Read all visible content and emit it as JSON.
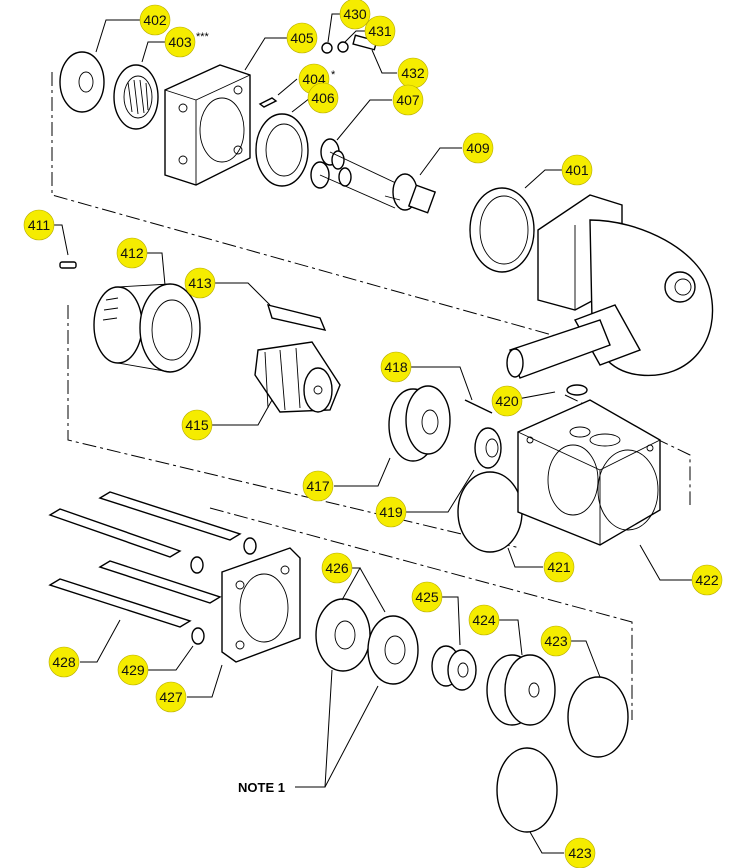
{
  "colors": {
    "callout": "#f5ec00",
    "line": "#000000"
  },
  "callouts": {
    "c402": "402",
    "c403": "403",
    "c403_mark": "***",
    "c405": "405",
    "c430": "430",
    "c431": "431",
    "c432": "432",
    "c404": "404",
    "c404_mark": "*",
    "c406": "406",
    "c407": "407",
    "c409": "409",
    "c401": "401",
    "c411": "411",
    "c412": "412",
    "c413": "413",
    "c415": "415",
    "c418": "418",
    "c420": "420",
    "c417": "417",
    "c419": "419",
    "c421": "421",
    "c422": "422",
    "c426": "426",
    "c425": "425",
    "c424": "424",
    "c423a": "423",
    "c423b": "423",
    "c428": "428",
    "c429": "429",
    "c427": "427"
  },
  "note": "NOTE 1"
}
